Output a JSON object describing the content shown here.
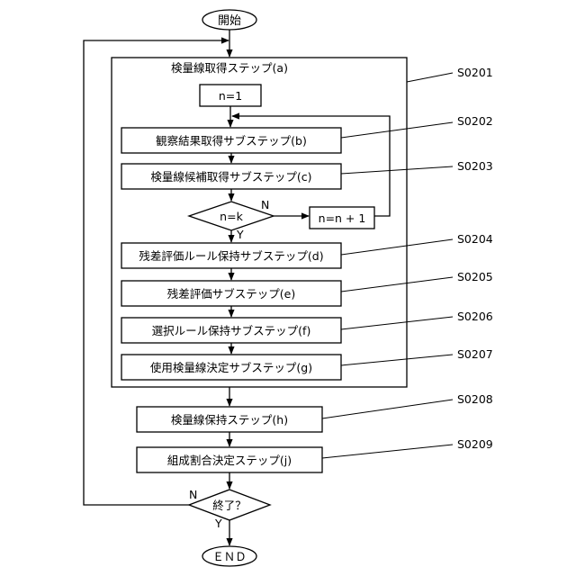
{
  "start": "開始",
  "end": "ＥＮＤ",
  "group_title": "検量線取得ステップ(a)",
  "init": "n=1",
  "steps": {
    "b": "観察結果取得サブステップ(b)",
    "c": "検量線候補取得サブステップ(c)",
    "d": "残差評価ルール保持サブステップ(d)",
    "e": "残差評価サブステップ(e)",
    "f": "選択ルール保持サブステップ(f)",
    "g": "使用検量線決定サブステップ(g)",
    "h": "検量線保持ステップ(h)",
    "j": "組成割合決定ステップ(j)"
  },
  "loop_check": "n=k",
  "increment": "n=n + 1",
  "end_check": "終了？",
  "branch": {
    "yes": "Y",
    "no": "N"
  },
  "refs": [
    "S0201",
    "S0202",
    "S0203",
    "S0204",
    "S0205",
    "S0206",
    "S0207",
    "S0208",
    "S0209"
  ]
}
